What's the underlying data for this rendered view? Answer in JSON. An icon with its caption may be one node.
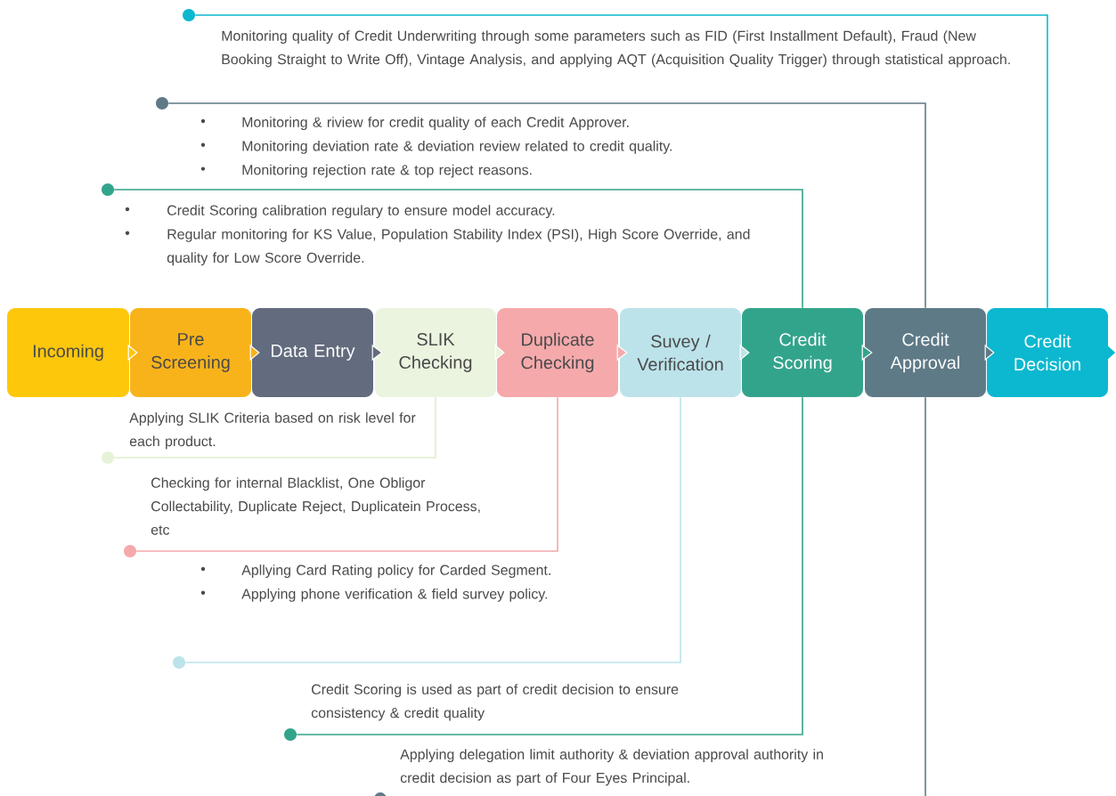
{
  "diagram": {
    "nodes": [
      {
        "text": [
          "Incoming"
        ]
      },
      {
        "text": [
          "Pre Screening"
        ]
      },
      {
        "text": [
          "Data Entry"
        ]
      },
      {
        "text": [
          "SLIK Checking"
        ]
      },
      {
        "text": [
          "Duplicate Checking"
        ]
      },
      {
        "text": [
          "Suvey / Verification"
        ]
      },
      {
        "text": [
          "Credit Scoring"
        ]
      },
      {
        "text": [
          "Credit Approval"
        ]
      },
      {
        "text": [
          "Credit Decision"
        ]
      },
      {
        "text": [],
        "shape": "circle",
        "beside": [
          "Monitoring quality of Credit Underwriting through some parameters such as FID (First Installment Default), Fraud (New Booking Straight to Write Off), Vintage Analysis, and applying AQT (Acquisition Quality Trigger) through statistical approach."
        ]
      },
      {
        "text": [],
        "shape": "circle",
        "beside": [
          "Monitoring & riview for credit quality of each Credit Approver.",
          "Monitoring deviation rate & deviation review related to credit quality.",
          "Monitoring rejection rate & top reject reasons."
        ]
      },
      {
        "text": [],
        "shape": "circle",
        "beside": [
          "Credit Scoring calibration regulary to ensure model accuracy.",
          "Regular monitoring for KS Value, Population Stability Index (PSI), High Score Override, and quality for Low Score Override."
        ]
      },
      {
        "text": [],
        "shape": "circle",
        "beside": [
          "Applying SLIK Criteria based on risk level for each product."
        ]
      },
      {
        "text": [],
        "shape": "circle",
        "beside": [
          "Checking for internal Blacklist, One Obligor Collectability, Duplicate Reject, Duplicatein Process, etc"
        ]
      },
      {
        "text": [],
        "shape": "circle",
        "beside": [
          "Apllying Card Rating policy for Carded Segment.",
          "Applying phone verification & field survey policy."
        ]
      },
      {
        "text": [],
        "shape": "circle",
        "beside": [
          "Credit Scoring is used as part of credit decision to ensure consistency & credit quality"
        ]
      },
      {
        "text": [],
        "shape": "circle",
        "beside": [
          "Applying delegation limit authority & deviation approval authority in credit decision as part of Four Eyes Principal."
        ]
      }
    ],
    "edges": [
      {
        "from": 0,
        "to": 1,
        "arrow": "to"
      },
      {
        "from": 1,
        "to": 2,
        "arrow": "to"
      },
      {
        "from": 2,
        "to": 3,
        "arrow": "to"
      },
      {
        "from": 3,
        "to": 4,
        "arrow": "to"
      },
      {
        "from": 4,
        "to": 5,
        "arrow": "to"
      },
      {
        "from": 5,
        "to": 6,
        "arrow": "to"
      },
      {
        "from": 6,
        "to": 7,
        "arrow": "to"
      },
      {
        "from": 7,
        "to": 8,
        "arrow": "to"
      },
      {
        "from": 8,
        "to": null,
        "arrow": "to"
      },
      {
        "from": 8,
        "to": 9,
        "arrow": "none",
        "color": "#0bb8cf"
      },
      {
        "from": 7,
        "to": 10,
        "arrow": "none",
        "color": "#5f7a87"
      },
      {
        "from": 6,
        "to": 11,
        "arrow": "none",
        "color": "#33a48c"
      },
      {
        "from": 3,
        "to": 12,
        "arrow": "none",
        "color": "#ddefcb"
      },
      {
        "from": 4,
        "to": 13,
        "arrow": "none",
        "color": "#f5a9ab"
      },
      {
        "from": 5,
        "to": 14,
        "arrow": "none",
        "color": "#bce3ea"
      },
      {
        "from": 6,
        "to": 15,
        "arrow": "none",
        "color": "#33a48c"
      },
      {
        "from": 7,
        "to": 16,
        "arrow": "none",
        "color": "#5f7a87"
      }
    ]
  }
}
